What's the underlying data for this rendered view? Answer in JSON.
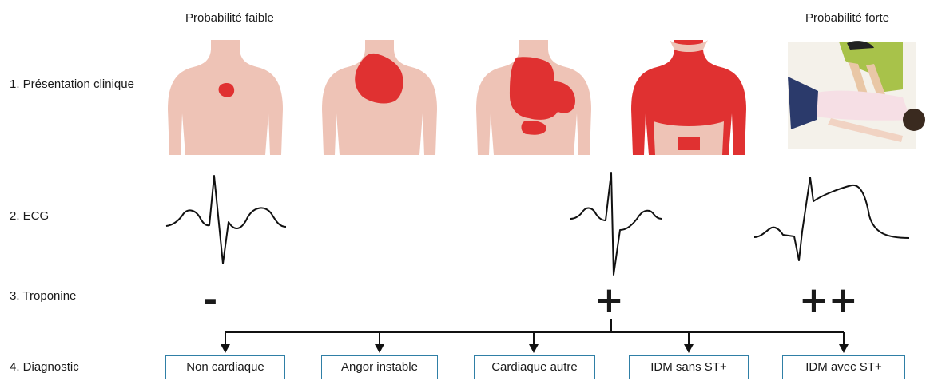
{
  "header": {
    "low_probability": "Probabilité faible",
    "high_probability": "Probabilité forte"
  },
  "rows": {
    "clinical": "1. Présentation clinique",
    "ecg": "2. ECG",
    "troponin": "3. Troponine",
    "diagnostic": "4. Diagnostic"
  },
  "troponin_marks": {
    "negative": "-",
    "positive": "+",
    "strong_positive": "++"
  },
  "diagnoses": [
    "Non cardiaque",
    "Angor instable",
    "Cardiaque autre",
    "IDM sans ST+",
    "IDM avec ST+"
  ],
  "colors": {
    "skin": "#eec3b6",
    "pain": "#e03131",
    "box_border": "#2f7fa6",
    "line": "#111111"
  }
}
